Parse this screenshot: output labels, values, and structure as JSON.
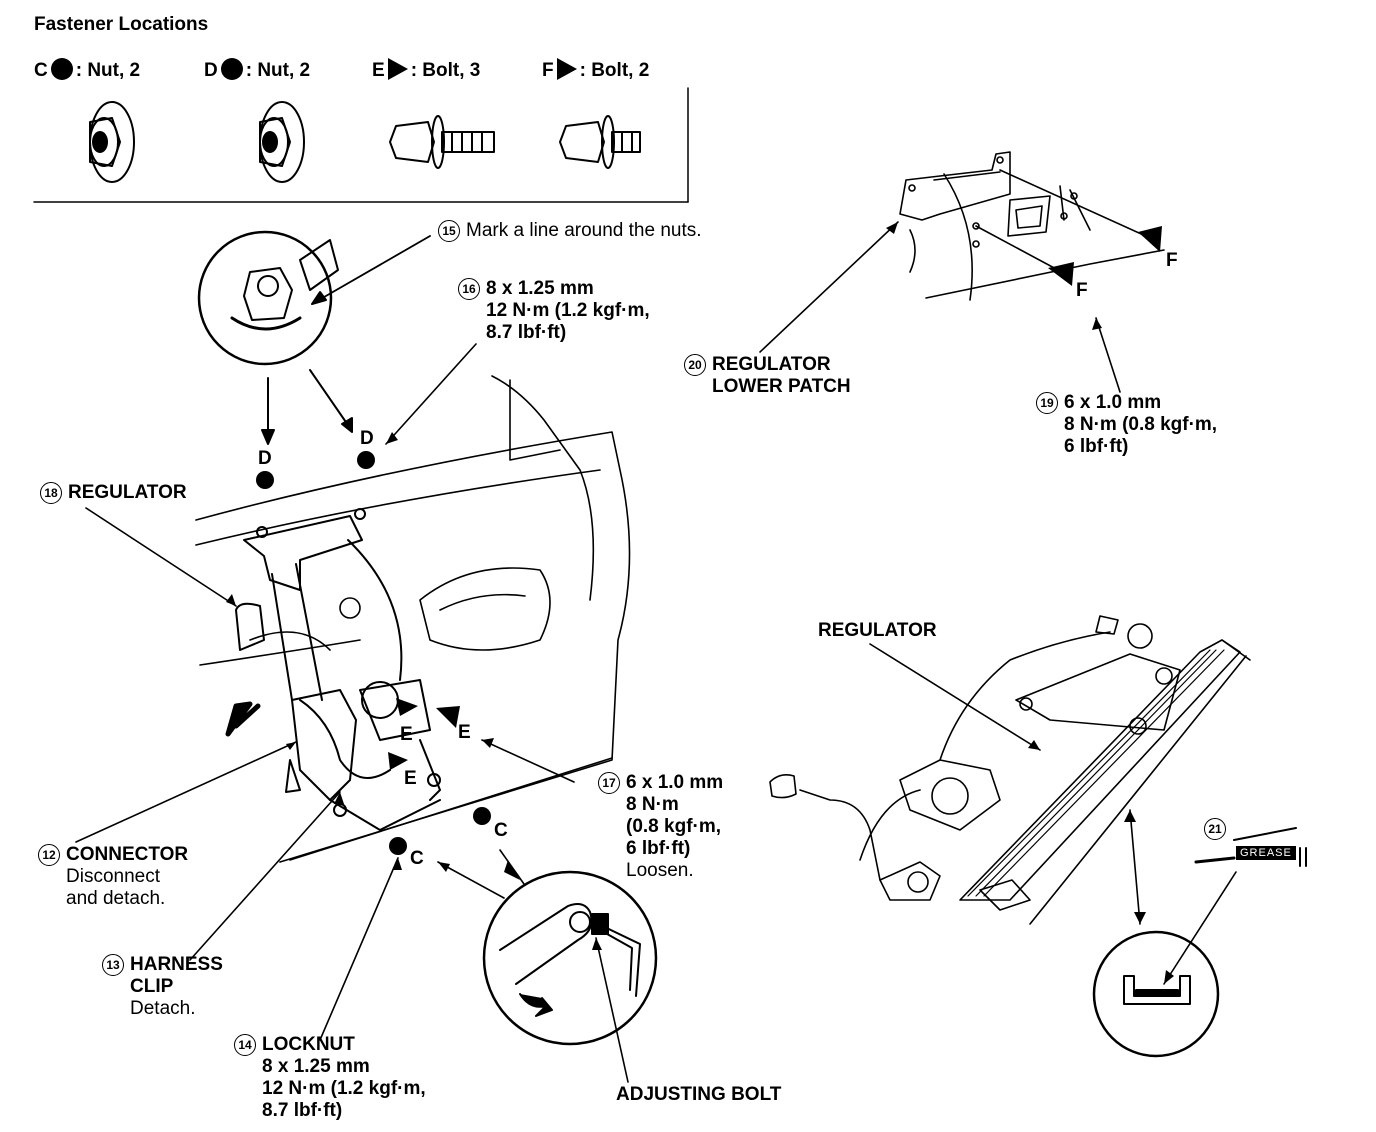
{
  "fastener_locations": {
    "title": "Fastener Locations",
    "items": [
      {
        "letter": "C",
        "symbol": "dot",
        "text": ": Nut, 2"
      },
      {
        "letter": "D",
        "symbol": "dot",
        "text": ": Nut, 2"
      },
      {
        "letter": "E",
        "symbol": "triangle",
        "text": ": Bolt, 3"
      },
      {
        "letter": "F",
        "symbol": "triangle",
        "text": ": Bolt, 2"
      }
    ]
  },
  "callouts": {
    "c15": {
      "number": "15",
      "lines": [
        "Mark a line around the nuts."
      ]
    },
    "c16": {
      "number": "16",
      "lines": [
        "8 x 1.25 mm",
        "12 N·m (1.2 kgf·m,",
        "8.7 lbf·ft)"
      ]
    },
    "c18": {
      "number": "18",
      "lines": [
        "REGULATOR"
      ]
    },
    "c20": {
      "number": "20",
      "lines": [
        "REGULATOR",
        "LOWER PATCH"
      ]
    },
    "c19": {
      "number": "19",
      "lines": [
        "6 x 1.0 mm",
        "8 N·m (0.8 kgf·m,",
        "6 lbf·ft)"
      ]
    },
    "regulator": {
      "lines": [
        "REGULATOR"
      ]
    },
    "c17": {
      "number": "17",
      "lines": [
        "6 x 1.0 mm",
        "8 N·m",
        "(0.8 kgf·m,",
        "6 lbf·ft)",
        "Loosen."
      ]
    },
    "c12": {
      "number": "12",
      "lines": [
        "CONNECTOR",
        "Disconnect",
        "and detach."
      ]
    },
    "c13": {
      "number": "13",
      "lines": [
        "HARNESS",
        "CLIP",
        "Detach."
      ]
    },
    "c14": {
      "number": "14",
      "lines": [
        "LOCKNUT",
        "8 x 1.25 mm",
        "12 N·m (1.2 kgf·m,",
        "8.7 lbf·ft)"
      ]
    },
    "adjusting": {
      "lines": [
        "ADJUSTING BOLT"
      ]
    },
    "c21": {
      "number": "21"
    }
  },
  "letters": {
    "D1": "D",
    "D2": "D",
    "E1": "E",
    "E2": "E",
    "E3": "E",
    "C1": "C",
    "C2": "C",
    "F1": "F",
    "F2": "F"
  },
  "grease_label": "GREASE"
}
